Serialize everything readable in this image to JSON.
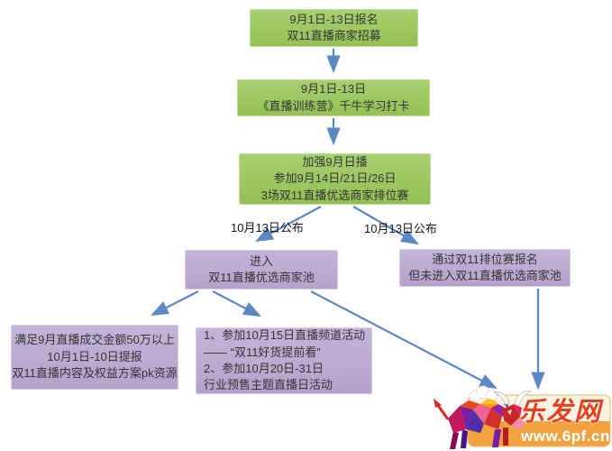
{
  "flowchart": {
    "nodes": {
      "signup": {
        "lines": [
          "9月1日-13日报名",
          "双11直播商家招募"
        ]
      },
      "training": {
        "lines": [
          "9月1日-13日",
          "《直播训练营》千牛学习打卡"
        ]
      },
      "ranking": {
        "lines": [
          "加强9月日播",
          "参加9月14日/21日/26日",
          "3场双11直播优选商家排位赛"
        ]
      },
      "pool": {
        "lines": [
          "进入",
          "双11直播优选商家池"
        ]
      },
      "not_pool": {
        "lines": [
          "通过双11排位赛报名",
          "但未进入双11直播优选商家池"
        ]
      },
      "pk": {
        "lines": [
          "满足9月直播成交金额50万以上",
          "10月1日-10日提报",
          "双11直播内容及权益方案pk资源"
        ]
      },
      "activities": {
        "lines": [
          "1、参加10月15日直播频道活动",
          "—— “双11好货提前看”",
          "2、参加10月20日-31日",
          "行业预售主题直播日活动"
        ]
      }
    },
    "edge_labels": {
      "left": "10月13日公布",
      "right": "10月13日公布"
    }
  },
  "watermark": {
    "site_name": "乐发网",
    "site_url": "www.6pf.cn"
  },
  "colors": {
    "green_fill": "#9cc863",
    "purple_fill": "#bcabd3",
    "arrow": "#5b87c5",
    "banner_orange": "#f2a340",
    "logo_red": "#e8401f",
    "text": "#343434"
  }
}
